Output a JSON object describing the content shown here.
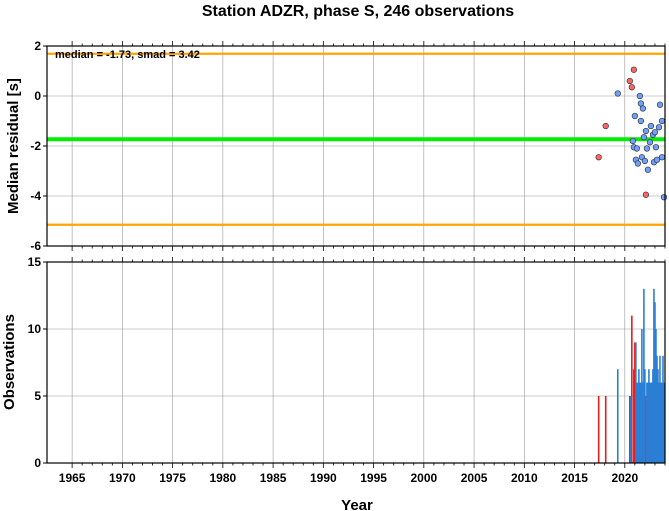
{
  "chart_data": [
    {
      "type": "scatter",
      "title": "Station ADZR, phase S, 246 observations",
      "xlabel": "",
      "ylabel": "Median residual [s]",
      "xlim": [
        1962.5,
        2024
      ],
      "ylim": [
        -6,
        2
      ],
      "yticks": [
        2,
        0,
        -2,
        -4,
        -6
      ],
      "grid": true,
      "annotation": "median = -1.73, smad = 3.42",
      "lines": [
        {
          "y": -1.73,
          "color": "#00ee00"
        },
        {
          "y": 1.69,
          "color": "#ffa500"
        },
        {
          "y": -5.15,
          "color": "#ffa500"
        }
      ],
      "series": [
        {
          "color": "#ff6464",
          "points": [
            [
              2017.4,
              -2.45
            ],
            [
              2018.1,
              -1.2
            ],
            [
              2020.5,
              0.6
            ],
            [
              2020.7,
              0.35
            ],
            [
              2020.9,
              1.05
            ],
            [
              2022.1,
              -3.95
            ]
          ]
        },
        {
          "color": "#6fa0ff",
          "points": [
            [
              2019.3,
              0.1
            ],
            [
              2020.8,
              -1.8
            ],
            [
              2020.9,
              -2.05
            ],
            [
              2021.0,
              -0.8
            ],
            [
              2021.1,
              -2.55
            ],
            [
              2021.2,
              -2.1
            ],
            [
              2021.3,
              -2.7
            ],
            [
              2021.5,
              0.0
            ],
            [
              2021.6,
              -0.3
            ],
            [
              2021.6,
              -1.0
            ],
            [
              2021.7,
              -2.45
            ],
            [
              2021.8,
              -0.5
            ],
            [
              2021.9,
              -1.65
            ],
            [
              2022.0,
              -2.6
            ],
            [
              2022.1,
              -1.4
            ],
            [
              2022.2,
              -2.1
            ],
            [
              2022.3,
              -2.95
            ],
            [
              2022.5,
              -1.85
            ],
            [
              2022.6,
              -1.2
            ],
            [
              2022.8,
              -1.55
            ],
            [
              2022.9,
              -2.65
            ],
            [
              2023.0,
              -1.45
            ],
            [
              2023.1,
              -2.05
            ],
            [
              2023.2,
              -2.55
            ],
            [
              2023.4,
              -1.25
            ],
            [
              2023.5,
              -0.35
            ],
            [
              2023.7,
              -1.0
            ],
            [
              2023.7,
              -2.45
            ],
            [
              2023.9,
              -4.05
            ]
          ]
        }
      ]
    },
    {
      "type": "bar",
      "xlabel": "Year",
      "ylabel": "Observations",
      "xlim": [
        1962.5,
        2024
      ],
      "ylim": [
        0,
        15
      ],
      "xticks": [
        1965,
        1970,
        1975,
        1980,
        1985,
        1990,
        1995,
        2000,
        2005,
        2010,
        2015,
        2020
      ],
      "yticks": [
        0,
        5,
        10,
        15
      ],
      "grid": true,
      "series": [
        {
          "color": "#e02020",
          "bars": [
            [
              2017.4,
              5
            ],
            [
              2018.1,
              5
            ],
            [
              2020.5,
              5
            ],
            [
              2020.7,
              11
            ],
            [
              2020.9,
              7
            ],
            [
              2021.0,
              9
            ],
            [
              2022.1,
              5
            ]
          ]
        },
        {
          "color": "#2a7fd4",
          "bars": [
            [
              2019.3,
              7
            ],
            [
              2020.6,
              5
            ],
            [
              2021.1,
              9
            ],
            [
              2021.2,
              6
            ],
            [
              2021.3,
              6
            ],
            [
              2021.4,
              7
            ],
            [
              2021.5,
              6
            ],
            [
              2021.6,
              6
            ],
            [
              2021.7,
              10
            ],
            [
              2021.8,
              6
            ],
            [
              2021.9,
              13
            ],
            [
              2022.0,
              7
            ],
            [
              2022.2,
              6
            ],
            [
              2022.3,
              6
            ],
            [
              2022.4,
              7
            ],
            [
              2022.5,
              6
            ],
            [
              2022.6,
              6
            ],
            [
              2022.7,
              6
            ],
            [
              2022.8,
              7
            ],
            [
              2022.9,
              13
            ],
            [
              2023.0,
              12
            ],
            [
              2023.1,
              10
            ],
            [
              2023.2,
              8
            ],
            [
              2023.3,
              7
            ],
            [
              2023.4,
              6
            ],
            [
              2023.5,
              8
            ],
            [
              2023.6,
              6
            ],
            [
              2023.7,
              6
            ],
            [
              2023.8,
              8
            ],
            [
              2023.9,
              6
            ]
          ]
        }
      ]
    }
  ]
}
